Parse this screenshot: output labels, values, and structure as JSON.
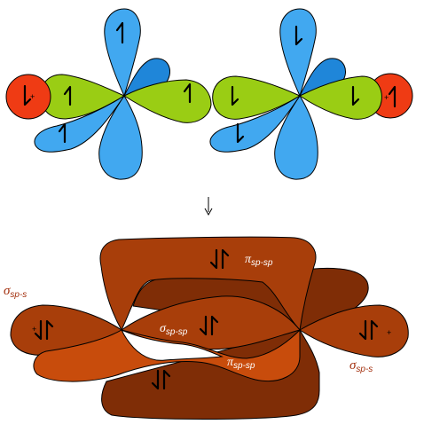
{
  "colors": {
    "s_orbital": "#ef3b14",
    "sp_lobe": "#9acd14",
    "p_lobe_light": "#41a8f0",
    "p_lobe_dark": "#1f86d9",
    "p_lobe_deep": "#1674c0",
    "pi_dark": "#7f2d06",
    "pi_mid": "#a83e0a",
    "pi_light": "#c84c0c",
    "label_sigma": "#a3300e"
  },
  "top": {
    "left_fragment": {
      "s_charge": "+",
      "electrons": "up/down single spins"
    },
    "right_fragment": {
      "s_charge": "+"
    }
  },
  "arrow": "down-arrow",
  "bottom": {
    "labels": {
      "sigma_left": {
        "main": "σ",
        "sub": "sp-s"
      },
      "sigma_mid": {
        "main": "σ",
        "sub": "sp-sp"
      },
      "sigma_right": {
        "main": "σ",
        "sub": "sp-s"
      },
      "pi_top": {
        "main": "π",
        "sub": "sp-sp"
      },
      "pi_bottom": {
        "main": "π",
        "sub": "sp-sp"
      }
    },
    "charges": {
      "left": "+",
      "right": "+"
    }
  }
}
